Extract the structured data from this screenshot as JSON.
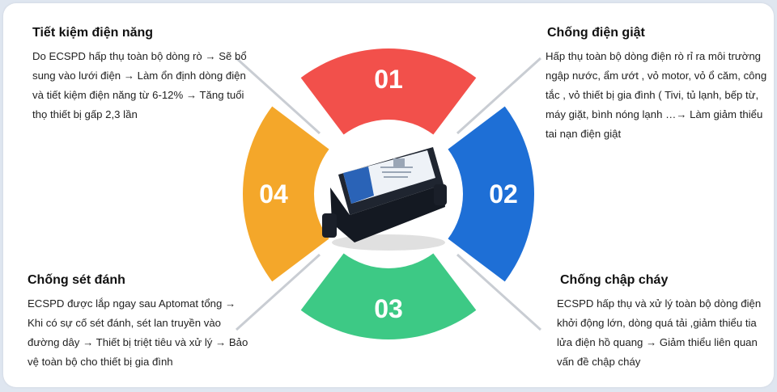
{
  "colors": {
    "segment_01": "#f2504b",
    "segment_02": "#1e6fd6",
    "segment_03": "#3dc985",
    "segment_04": "#f4a72a",
    "device_body": "#1f2530",
    "device_label": "#eef2f7",
    "device_accent": "#2a63b7"
  },
  "segments": [
    {
      "number": "01"
    },
    {
      "number": "02"
    },
    {
      "number": "03"
    },
    {
      "number": "04"
    }
  ],
  "blocks": {
    "top_left": {
      "title": "Tiết kiệm điện năng",
      "text": "Do ECSPD hấp thụ toàn bộ dòng rò → Sẽ bổ sung vào lưới điện → Làm ổn định dòng điện và tiết kiệm điện năng từ 6-12% → Tăng tuổi thọ thiết bị gấp 2,3 lần"
    },
    "top_right": {
      "title": "Chống điện giật",
      "text": "Hấp thụ toàn bộ dòng điện rò rỉ ra môi trường ngập nước, ẩm ướt , vỏ motor, vỏ ổ căm, công tắc , vỏ thiết bị gia đình ( Tivi, tủ lạnh, bếp từ, máy giặt, bình nóng lạnh …→ Làm giảm thiểu tai nạn điện giật"
    },
    "bottom_left": {
      "title": "Chống sét đánh",
      "text": "ECSPD được lắp ngay sau Aptomat tổng → Khi có sự cố sét đánh, sét lan truyền vào đường dây → Thiết bị triệt tiêu và xử lý → Bảo vệ toàn bộ cho thiết bị gia đình"
    },
    "bottom_right": {
      "title": "Chống chập cháy",
      "text": "ECSPD hấp thụ và xử lý toàn bộ dòng điện khởi động lớn, dòng quá tải ,giảm thiểu tia lửa điện hồ quang → Giảm thiểu liên quan vấn đề chập cháy"
    }
  }
}
